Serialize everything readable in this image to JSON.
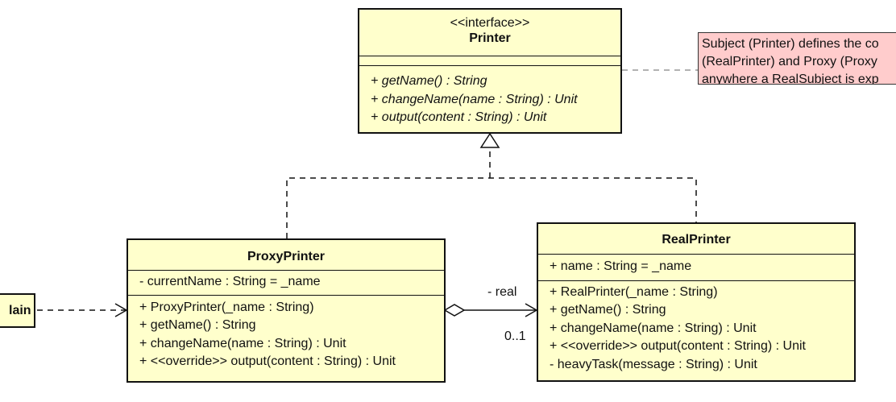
{
  "interface": {
    "stereotype": "<<interface>>",
    "name": "Printer",
    "operations": [
      "+ getName() : String",
      "+ changeName(name : String) : Unit",
      "+ output(content : String) : Unit"
    ]
  },
  "note": {
    "lines": [
      "Subject (Printer) defines the co",
      "(RealPrinter) and Proxy (Proxy",
      "anywhere a RealSubject is exp"
    ]
  },
  "proxy": {
    "name": "ProxyPrinter",
    "attributes": [
      "- currentName : String = _name"
    ],
    "operations": [
      "+ ProxyPrinter(_name : String)",
      "+ getName() : String",
      "+ changeName(name : String) : Unit",
      "+ <<override>> output(content : String) : Unit"
    ]
  },
  "real": {
    "name": "RealPrinter",
    "attributes": [
      "+ name : String = _name"
    ],
    "operations": [
      "+ RealPrinter(_name : String)",
      "+ getName() : String",
      "+ changeName(name : String) : Unit",
      "+ <<override>> output(content : String) : Unit",
      "- heavyTask(message : String) : Unit"
    ]
  },
  "main": {
    "name": "lain"
  },
  "association": {
    "role": "- real",
    "multiplicity": "0..1"
  }
}
